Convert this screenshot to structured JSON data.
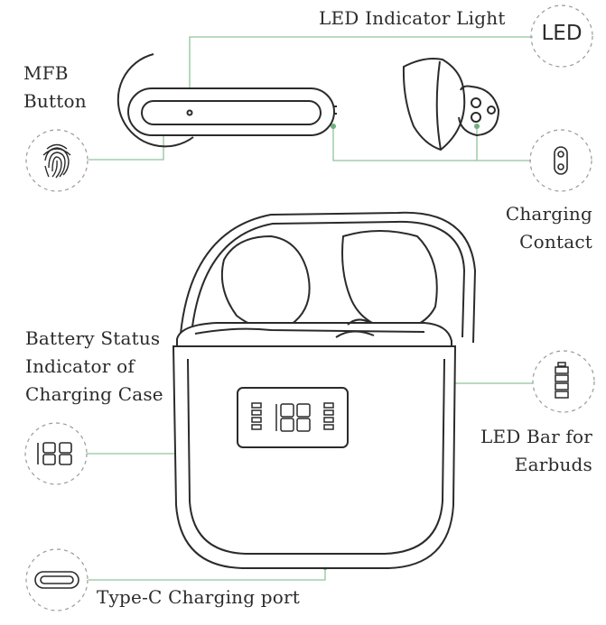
{
  "labels": {
    "led_indicator": "LED Indicator Light",
    "led_badge": "LED",
    "mfb_line1": "MFB",
    "mfb_line2": "Button",
    "charging_line1": "Charging",
    "charging_line2": "Contact",
    "battery_line1": "Battery Status",
    "battery_line2": "Indicator of",
    "battery_line3": "Charging Case",
    "ledbar_line1": "LED Bar for",
    "ledbar_line2": "Earbuds",
    "typec": "Type-C Charging port"
  },
  "colors": {
    "outline": "#2b2b2b",
    "callout_line": "#8fc49a",
    "dot": "#6fb07d",
    "dashed_circle": "#9a9a9a"
  },
  "icons": [
    "fingerprint-icon",
    "led-icon",
    "charging-contact-icon",
    "battery-icon",
    "segment-display-icon",
    "usb-c-port-icon"
  ]
}
